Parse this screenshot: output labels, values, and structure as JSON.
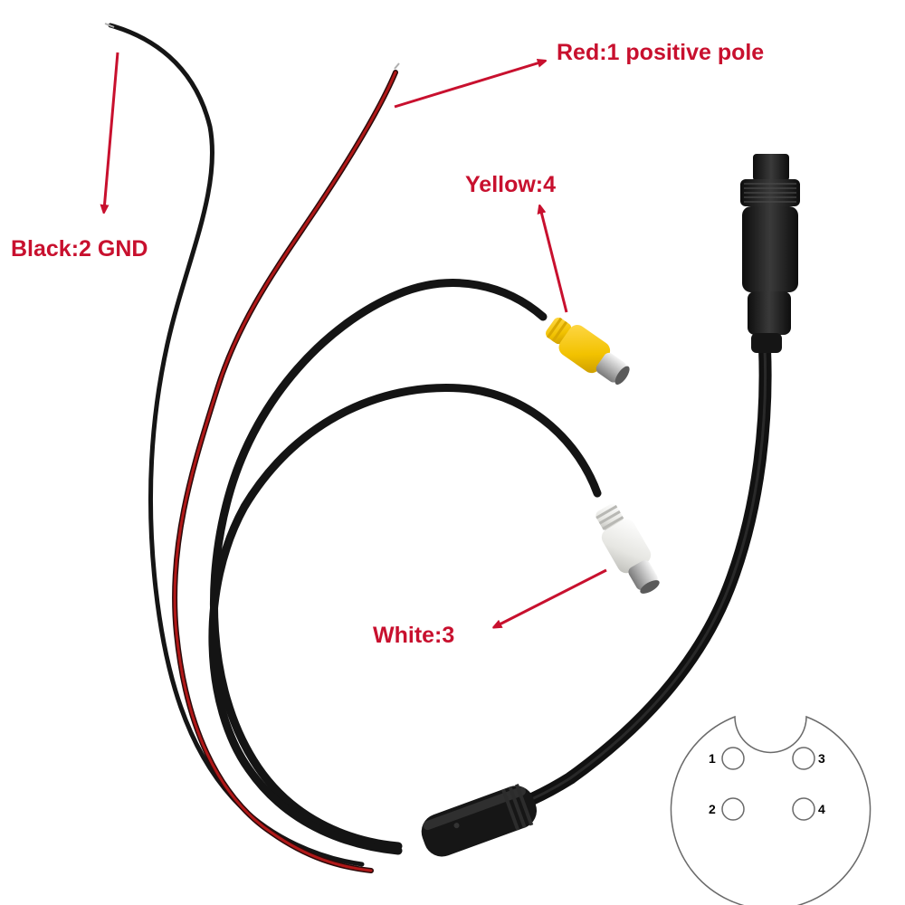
{
  "labels": {
    "red": "Red:1 positive pole",
    "yellow": "Yellow:4",
    "black": "Black:2 GND",
    "white": "White:3"
  },
  "pinout": {
    "pin1": "1",
    "pin2": "2",
    "pin3": "3",
    "pin4": "4"
  },
  "colors": {
    "annotation": "#c8102e",
    "cable": "#1a1a1a",
    "red_wire": "#b01818",
    "yellow_plug": "#f2c200",
    "white_plug": "#e8e8e4"
  }
}
